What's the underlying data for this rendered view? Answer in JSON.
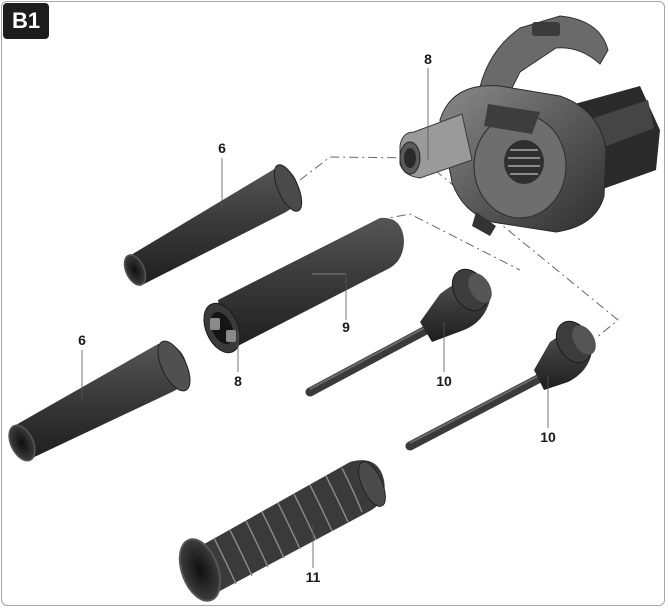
{
  "figure": {
    "badge": "B1",
    "callouts": {
      "nozzle_top": "6",
      "nozzle_bottom": "6",
      "tube": "9",
      "tube_clip": "8",
      "blower_clip": "8",
      "suction_top": "10",
      "suction_bottom": "10",
      "hose": "11"
    }
  },
  "colors": {
    "part_dark": "#2b2b2b",
    "part_mid": "#4a4a4a",
    "part_light": "#6e6e6e",
    "leader_line": "#555555",
    "frame": "#a6a6a6"
  }
}
